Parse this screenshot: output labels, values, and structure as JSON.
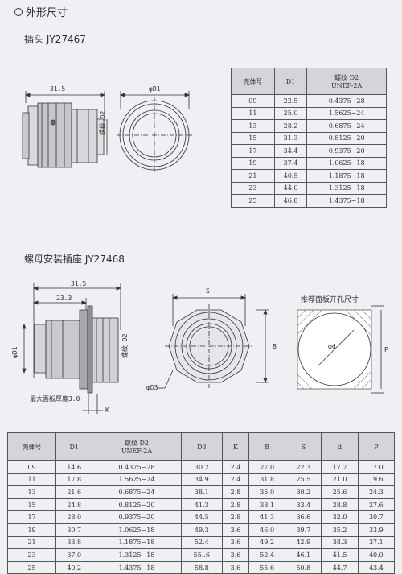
{
  "section_title": "外形尺寸",
  "plug": {
    "title": "插头  JY27467",
    "dims": {
      "length": "31.5",
      "d1": "φD1",
      "thread": "螺纹 D2"
    },
    "table": {
      "headers": [
        "壳体号",
        "D1",
        "螺纹 D2",
        "UNEF-2A"
      ],
      "rows": [
        [
          "09",
          "22.5",
          "0.4375−28"
        ],
        [
          "11",
          "25.0",
          "1.5625−24"
        ],
        [
          "13",
          "28.2",
          "0.6875−24"
        ],
        [
          "15",
          "31.3",
          "0.8125−20"
        ],
        [
          "17",
          "34.4",
          "0.9375−20"
        ],
        [
          "19",
          "37.4",
          "1.0625−18"
        ],
        [
          "21",
          "40.5",
          "1.1875−18"
        ],
        [
          "23",
          "44.0",
          "1.3125−18"
        ],
        [
          "25",
          "46.8",
          "1.4375−18"
        ]
      ]
    }
  },
  "receptacle": {
    "title": "螺母安装插座  JY27468",
    "dims": {
      "length": "31.5",
      "length2": "23.3",
      "d1": "φD1",
      "thread": "螺纹 D2",
      "panel": "最大面板厚度3.0",
      "k": "K",
      "s": "S",
      "b": "B",
      "d3": "φD3",
      "recommend": "推荐面板开孔尺寸",
      "d": "φd",
      "p": "P"
    },
    "table": {
      "headers": [
        "壳体号",
        "D1",
        "螺纹 D2",
        "UNEF-2A",
        "D3",
        "K",
        "B",
        "S",
        "d",
        "P"
      ],
      "rows": [
        [
          "09",
          "14.6",
          "0.4375−28",
          "30.2",
          "2.4",
          "27.0",
          "22.3",
          "17.7",
          "17.0"
        ],
        [
          "11",
          "17.8",
          "1.5625−24",
          "34.9",
          "2.4",
          "31.8",
          "25.5",
          "21.0",
          "19.6"
        ],
        [
          "13",
          "21.6",
          "0.6875−24",
          "38.1",
          "2.8",
          "35.0",
          "30.2",
          "25.6",
          "24.3"
        ],
        [
          "15",
          "24.8",
          "0.8125−20",
          "41.3",
          "2.8",
          "38.1",
          "33.4",
          "28.8",
          "27.6"
        ],
        [
          "17",
          "28.0",
          "0.9375−20",
          "44.5",
          "2.8",
          "41.3",
          "36.6",
          "32.0",
          "30.7"
        ],
        [
          "19",
          "30.7",
          "1.0625−18",
          "49.3",
          "3.6",
          "46.0",
          "39.7",
          "35.2",
          "33.9"
        ],
        [
          "21",
          "33.8",
          "1.1875−18",
          "52.4",
          "3.6",
          "49.2",
          "42.9",
          "38.3",
          "37.1"
        ],
        [
          "23",
          "37.0",
          "1.3125−18",
          "55..6",
          "3.6",
          "52.4",
          "46.1",
          "41.5",
          "40.0"
        ],
        [
          "25",
          "40.2",
          "1.4375−18",
          "58.8",
          "3.6",
          "55.6",
          "50.8",
          "44.7",
          "43.4"
        ]
      ]
    }
  }
}
